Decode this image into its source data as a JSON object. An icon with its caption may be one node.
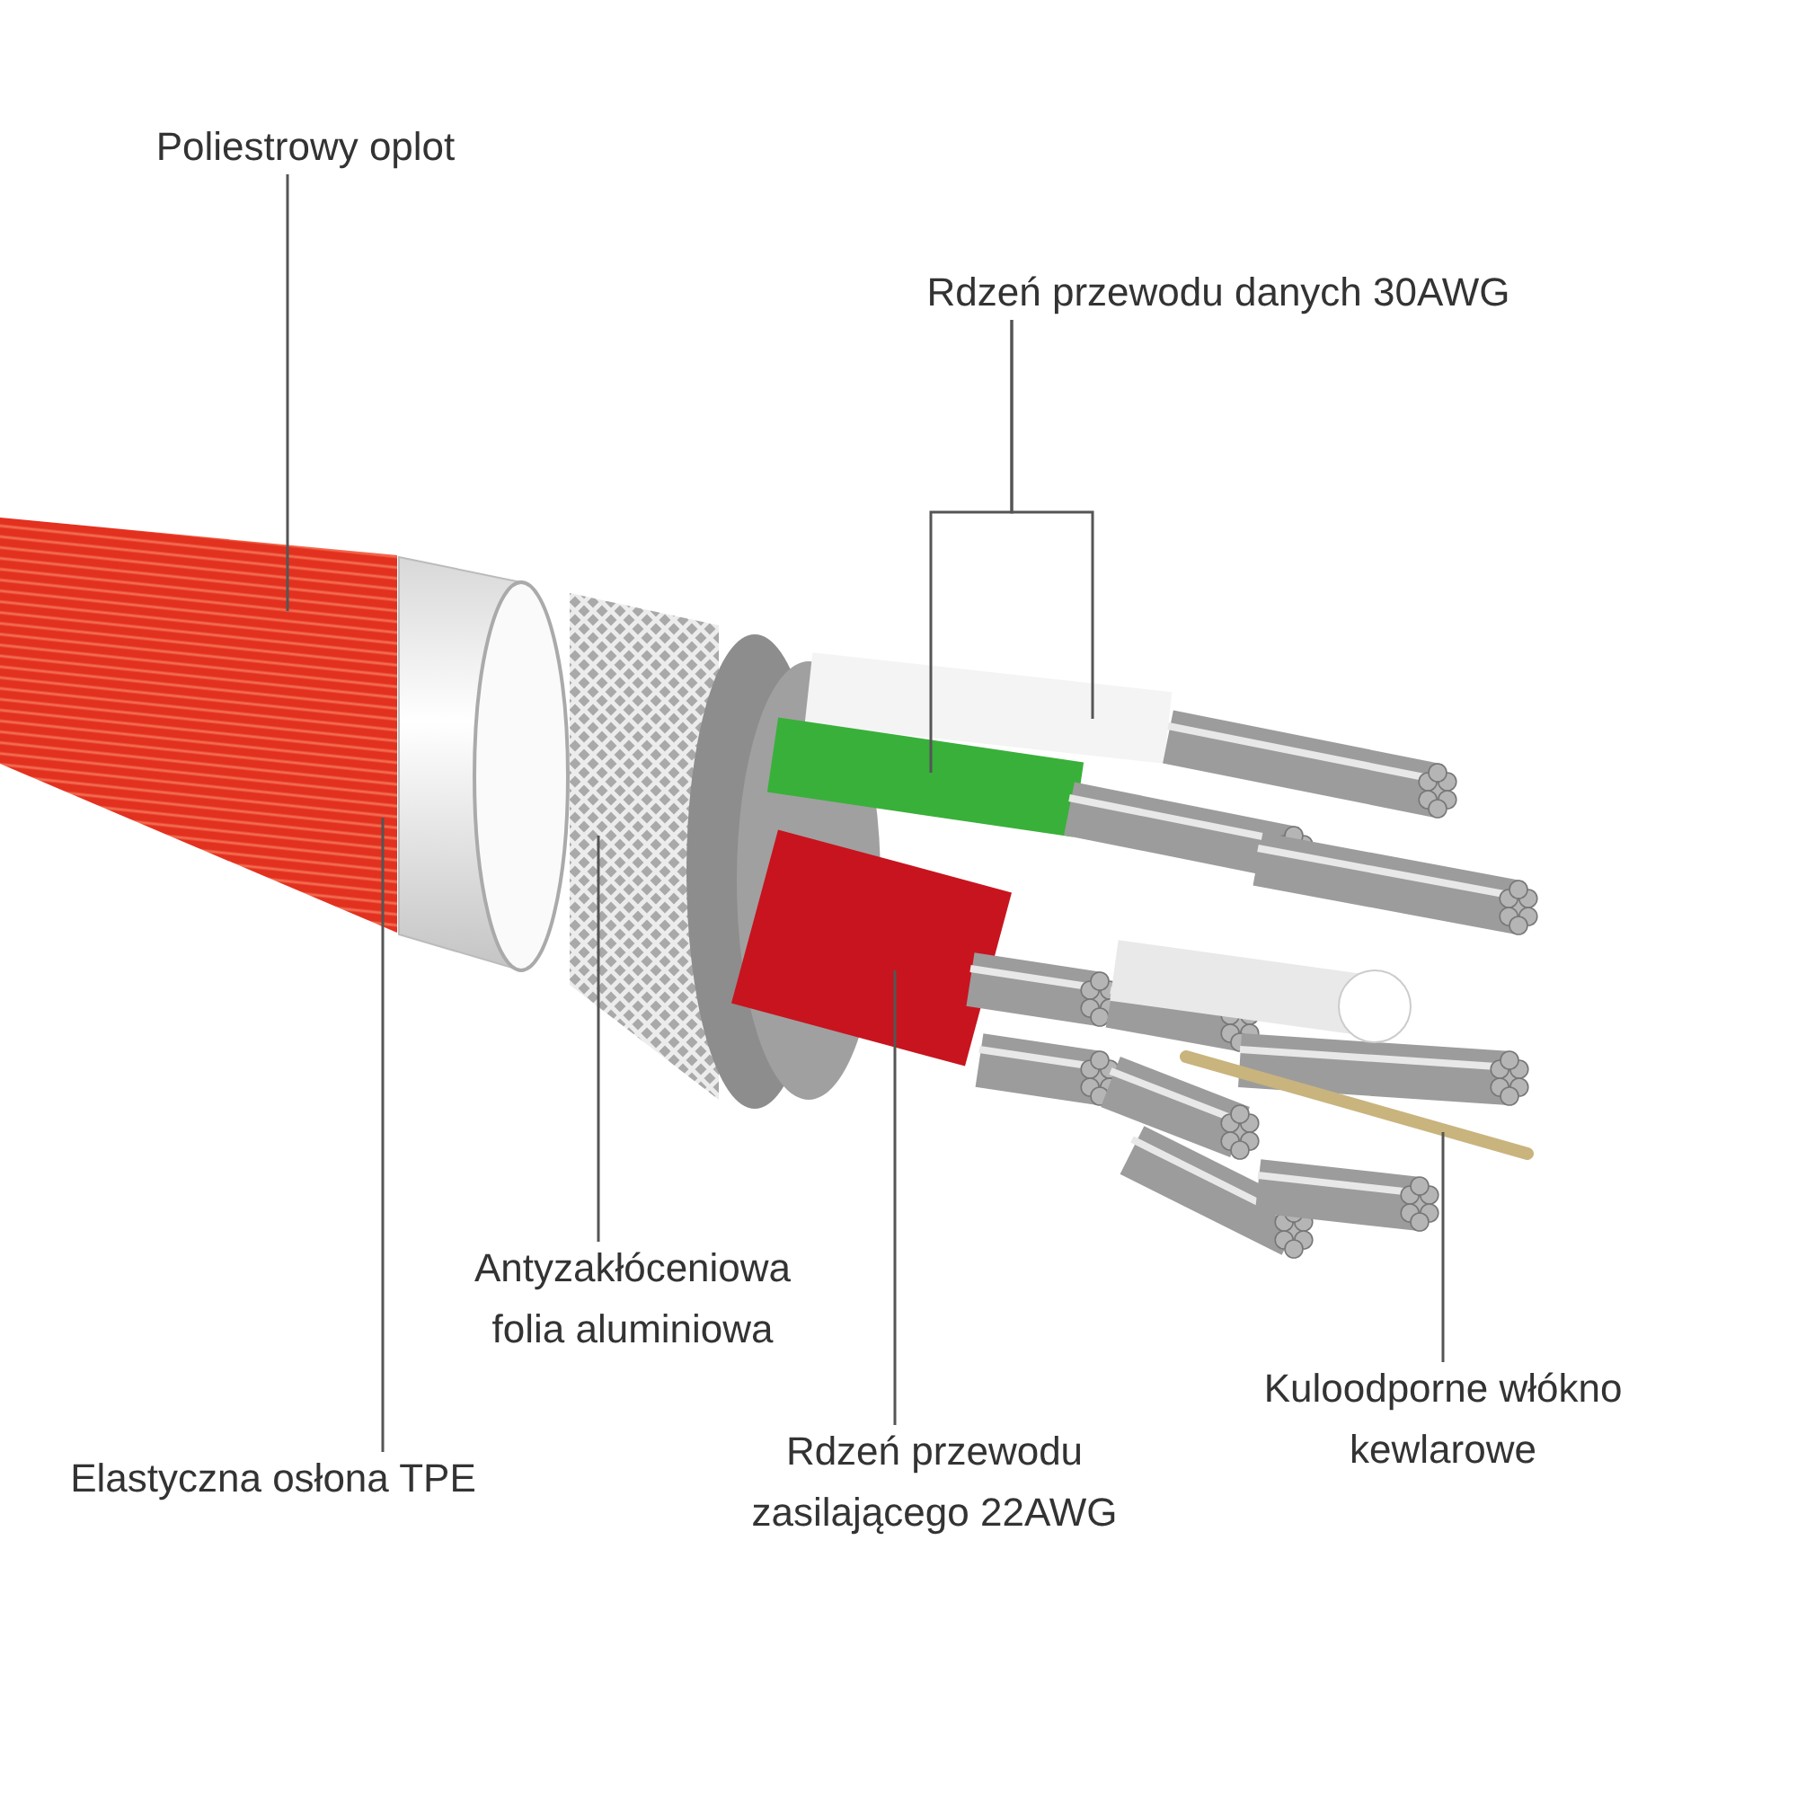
{
  "diagram": {
    "nodes": [
      {
        "text": [
          "Poliestrowy oplot"
        ]
      },
      {
        "text": [
          "Rdzeń przewodu danych 30AWG"
        ]
      },
      {
        "text": [
          "Antyzakłóceniowa folia aluminiowa"
        ]
      },
      {
        "text": [
          "Elastyczna osłona TPE"
        ]
      },
      {
        "text": [
          "Rdzeń przewodu zasilającego 22AWG"
        ]
      },
      {
        "text": [
          "Kuloodporne włókno kewlarowe"
        ]
      },
      {
        "text": [],
        "shape": "picture"
      },
      {
        "text": [],
        "shape": "picture"
      },
      {
        "text": [],
        "shape": "picture"
      },
      {
        "text": [],
        "shape": "picture"
      },
      {
        "text": [],
        "shape": "picture"
      },
      {
        "text": [],
        "shape": "picture"
      },
      {
        "text": [],
        "shape": "picture"
      }
    ],
    "edges": [
      {
        "from": 0,
        "to": 6,
        "arrow": "none"
      },
      {
        "from": 1,
        "to": 7,
        "arrow": "none"
      },
      {
        "from": 1,
        "to": 8,
        "arrow": "none"
      },
      {
        "from": 2,
        "to": 9,
        "arrow": "none"
      },
      {
        "from": 3,
        "to": 10,
        "arrow": "none"
      },
      {
        "from": 4,
        "to": 11,
        "arrow": "none"
      },
      {
        "from": 5,
        "to": 12,
        "arrow": "none"
      }
    ]
  }
}
